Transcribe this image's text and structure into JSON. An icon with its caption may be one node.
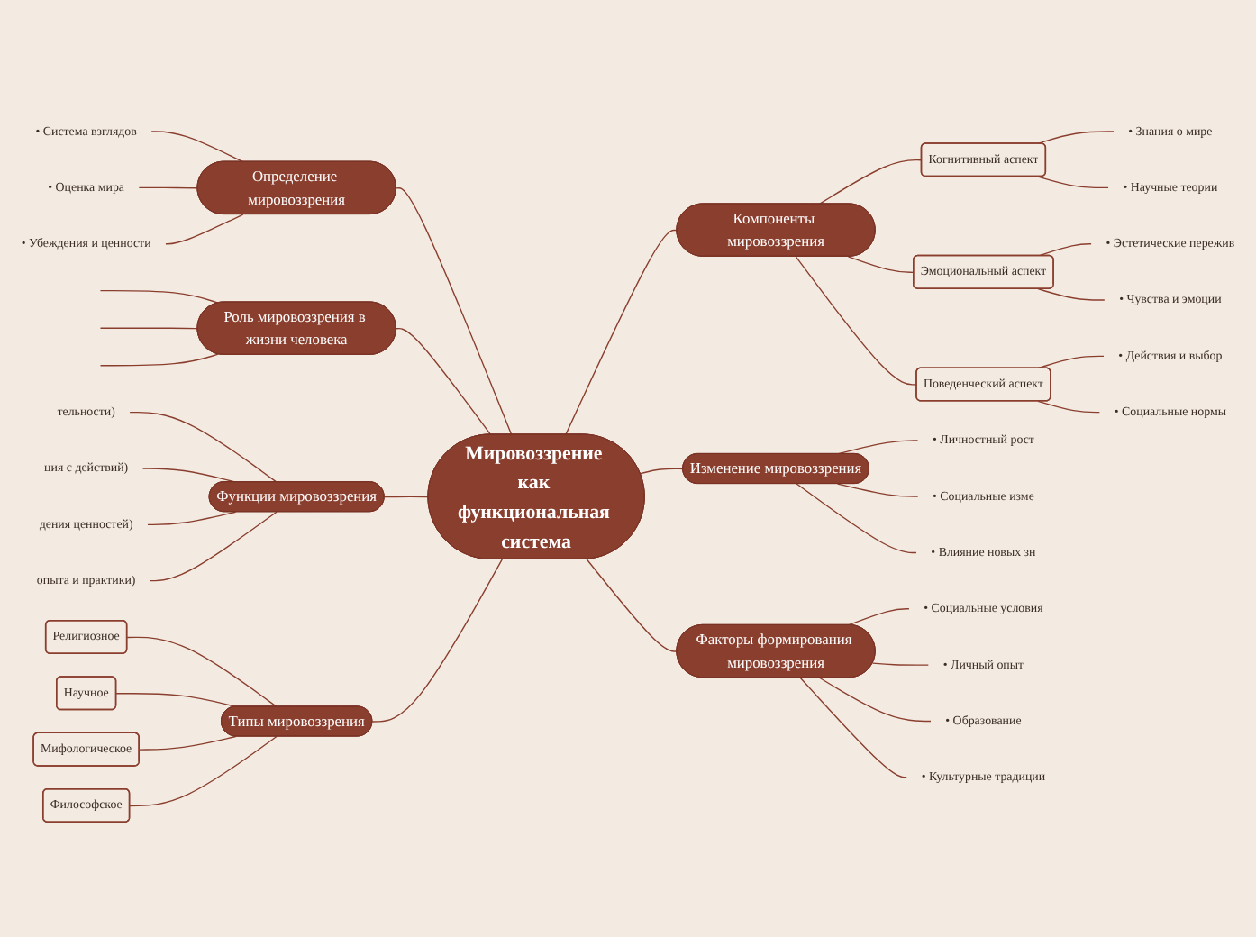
{
  "diagram": {
    "nodes": [
      {
        "text": [
          "Мировоззрение как функциональная система"
        ]
      },
      {
        "text": [
          "Определение мировоззрения"
        ]
      },
      {
        "text": [
          "• Система взглядов"
        ]
      },
      {
        "text": [
          "• Оценка мира"
        ]
      },
      {
        "text": [
          "• Убеждения и ценности"
        ]
      },
      {
        "text": [
          "Роль мировоззрения в жизни человека"
        ]
      },
      {
        "text": [
          "Функции мировоззрения"
        ]
      },
      {
        "text": [
          "тельности)"
        ]
      },
      {
        "text": [
          "ция с действий)"
        ]
      },
      {
        "text": [
          "дения ценностей)"
        ]
      },
      {
        "text": [
          "опыта и практики)"
        ]
      },
      {
        "text": [
          "Типы мировоззрения"
        ]
      },
      {
        "text": [
          "Религиозное"
        ]
      },
      {
        "text": [
          "Научное"
        ]
      },
      {
        "text": [
          "Мифологическое"
        ]
      },
      {
        "text": [
          "Философское"
        ]
      },
      {
        "text": [
          "Компоненты мировоззрения"
        ]
      },
      {
        "text": [
          "Когнитивный аспект"
        ]
      },
      {
        "text": [
          "• Знания о мире"
        ]
      },
      {
        "text": [
          "• Научные теории"
        ]
      },
      {
        "text": [
          "Эмоциональный аспект"
        ]
      },
      {
        "text": [
          "• Эстетические пережив"
        ]
      },
      {
        "text": [
          "• Чувства и эмоции"
        ]
      },
      {
        "text": [
          "Поведенческий аспект"
        ]
      },
      {
        "text": [
          "• Действия и выбор"
        ]
      },
      {
        "text": [
          "• Социальные нормы"
        ]
      },
      {
        "text": [
          "Изменение мировоззрения"
        ]
      },
      {
        "text": [
          "• Личностный рост"
        ]
      },
      {
        "text": [
          "• Социальные изме"
        ]
      },
      {
        "text": [
          "• Влияние новых зн"
        ]
      },
      {
        "text": [
          "Факторы формирования мировоззрения"
        ]
      },
      {
        "text": [
          "• Социальные условия"
        ]
      },
      {
        "text": [
          "• Личный опыт"
        ]
      },
      {
        "text": [
          "• Образование"
        ]
      },
      {
        "text": [
          "• Культурные традиции"
        ]
      }
    ],
    "edges": [
      {
        "from": 1,
        "to": 0,
        "arrow": "none"
      },
      {
        "from": 5,
        "to": 0,
        "arrow": "none"
      },
      {
        "from": 6,
        "to": 0,
        "arrow": "none"
      },
      {
        "from": 11,
        "to": 0,
        "arrow": "none"
      },
      {
        "from": 0,
        "to": 16,
        "arrow": "none"
      },
      {
        "from": 0,
        "to": 26,
        "arrow": "none"
      },
      {
        "from": 0,
        "to": 30,
        "arrow": "none"
      },
      {
        "from": 2,
        "to": 1,
        "arrow": "none"
      },
      {
        "from": 3,
        "to": 1,
        "arrow": "none"
      },
      {
        "from": 4,
        "to": 1,
        "arrow": "none"
      },
      {
        "from": null,
        "to": 5,
        "arrow": "none"
      },
      {
        "from": null,
        "to": 5,
        "arrow": "none"
      },
      {
        "from": null,
        "to": 5,
        "arrow": "none"
      },
      {
        "from": 7,
        "to": 6,
        "arrow": "none"
      },
      {
        "from": 8,
        "to": 6,
        "arrow": "none"
      },
      {
        "from": 9,
        "to": 6,
        "arrow": "none"
      },
      {
        "from": 10,
        "to": 6,
        "arrow": "none"
      },
      {
        "from": 12,
        "to": 11,
        "arrow": "none"
      },
      {
        "from": 13,
        "to": 11,
        "arrow": "none"
      },
      {
        "from": 14,
        "to": 11,
        "arrow": "none"
      },
      {
        "from": 15,
        "to": 11,
        "arrow": "none"
      },
      {
        "from": 16,
        "to": 17,
        "arrow": "none"
      },
      {
        "from": 17,
        "to": 18,
        "arrow": "none"
      },
      {
        "from": 17,
        "to": 19,
        "arrow": "none"
      },
      {
        "from": 16,
        "to": 20,
        "arrow": "none"
      },
      {
        "from": 20,
        "to": 21,
        "arrow": "none"
      },
      {
        "from": 20,
        "to": 22,
        "arrow": "none"
      },
      {
        "from": 16,
        "to": 23,
        "arrow": "none"
      },
      {
        "from": 23,
        "to": 24,
        "arrow": "none"
      },
      {
        "from": 23,
        "to": 25,
        "arrow": "none"
      },
      {
        "from": 26,
        "to": 27,
        "arrow": "none"
      },
      {
        "from": 26,
        "to": 28,
        "arrow": "none"
      },
      {
        "from": 26,
        "to": 29,
        "arrow": "none"
      },
      {
        "from": 30,
        "to": 31,
        "arrow": "none"
      },
      {
        "from": 30,
        "to": 32,
        "arrow": "none"
      },
      {
        "from": 30,
        "to": 33,
        "arrow": "none"
      },
      {
        "from": 30,
        "to": 34,
        "arrow": "none"
      }
    ]
  }
}
